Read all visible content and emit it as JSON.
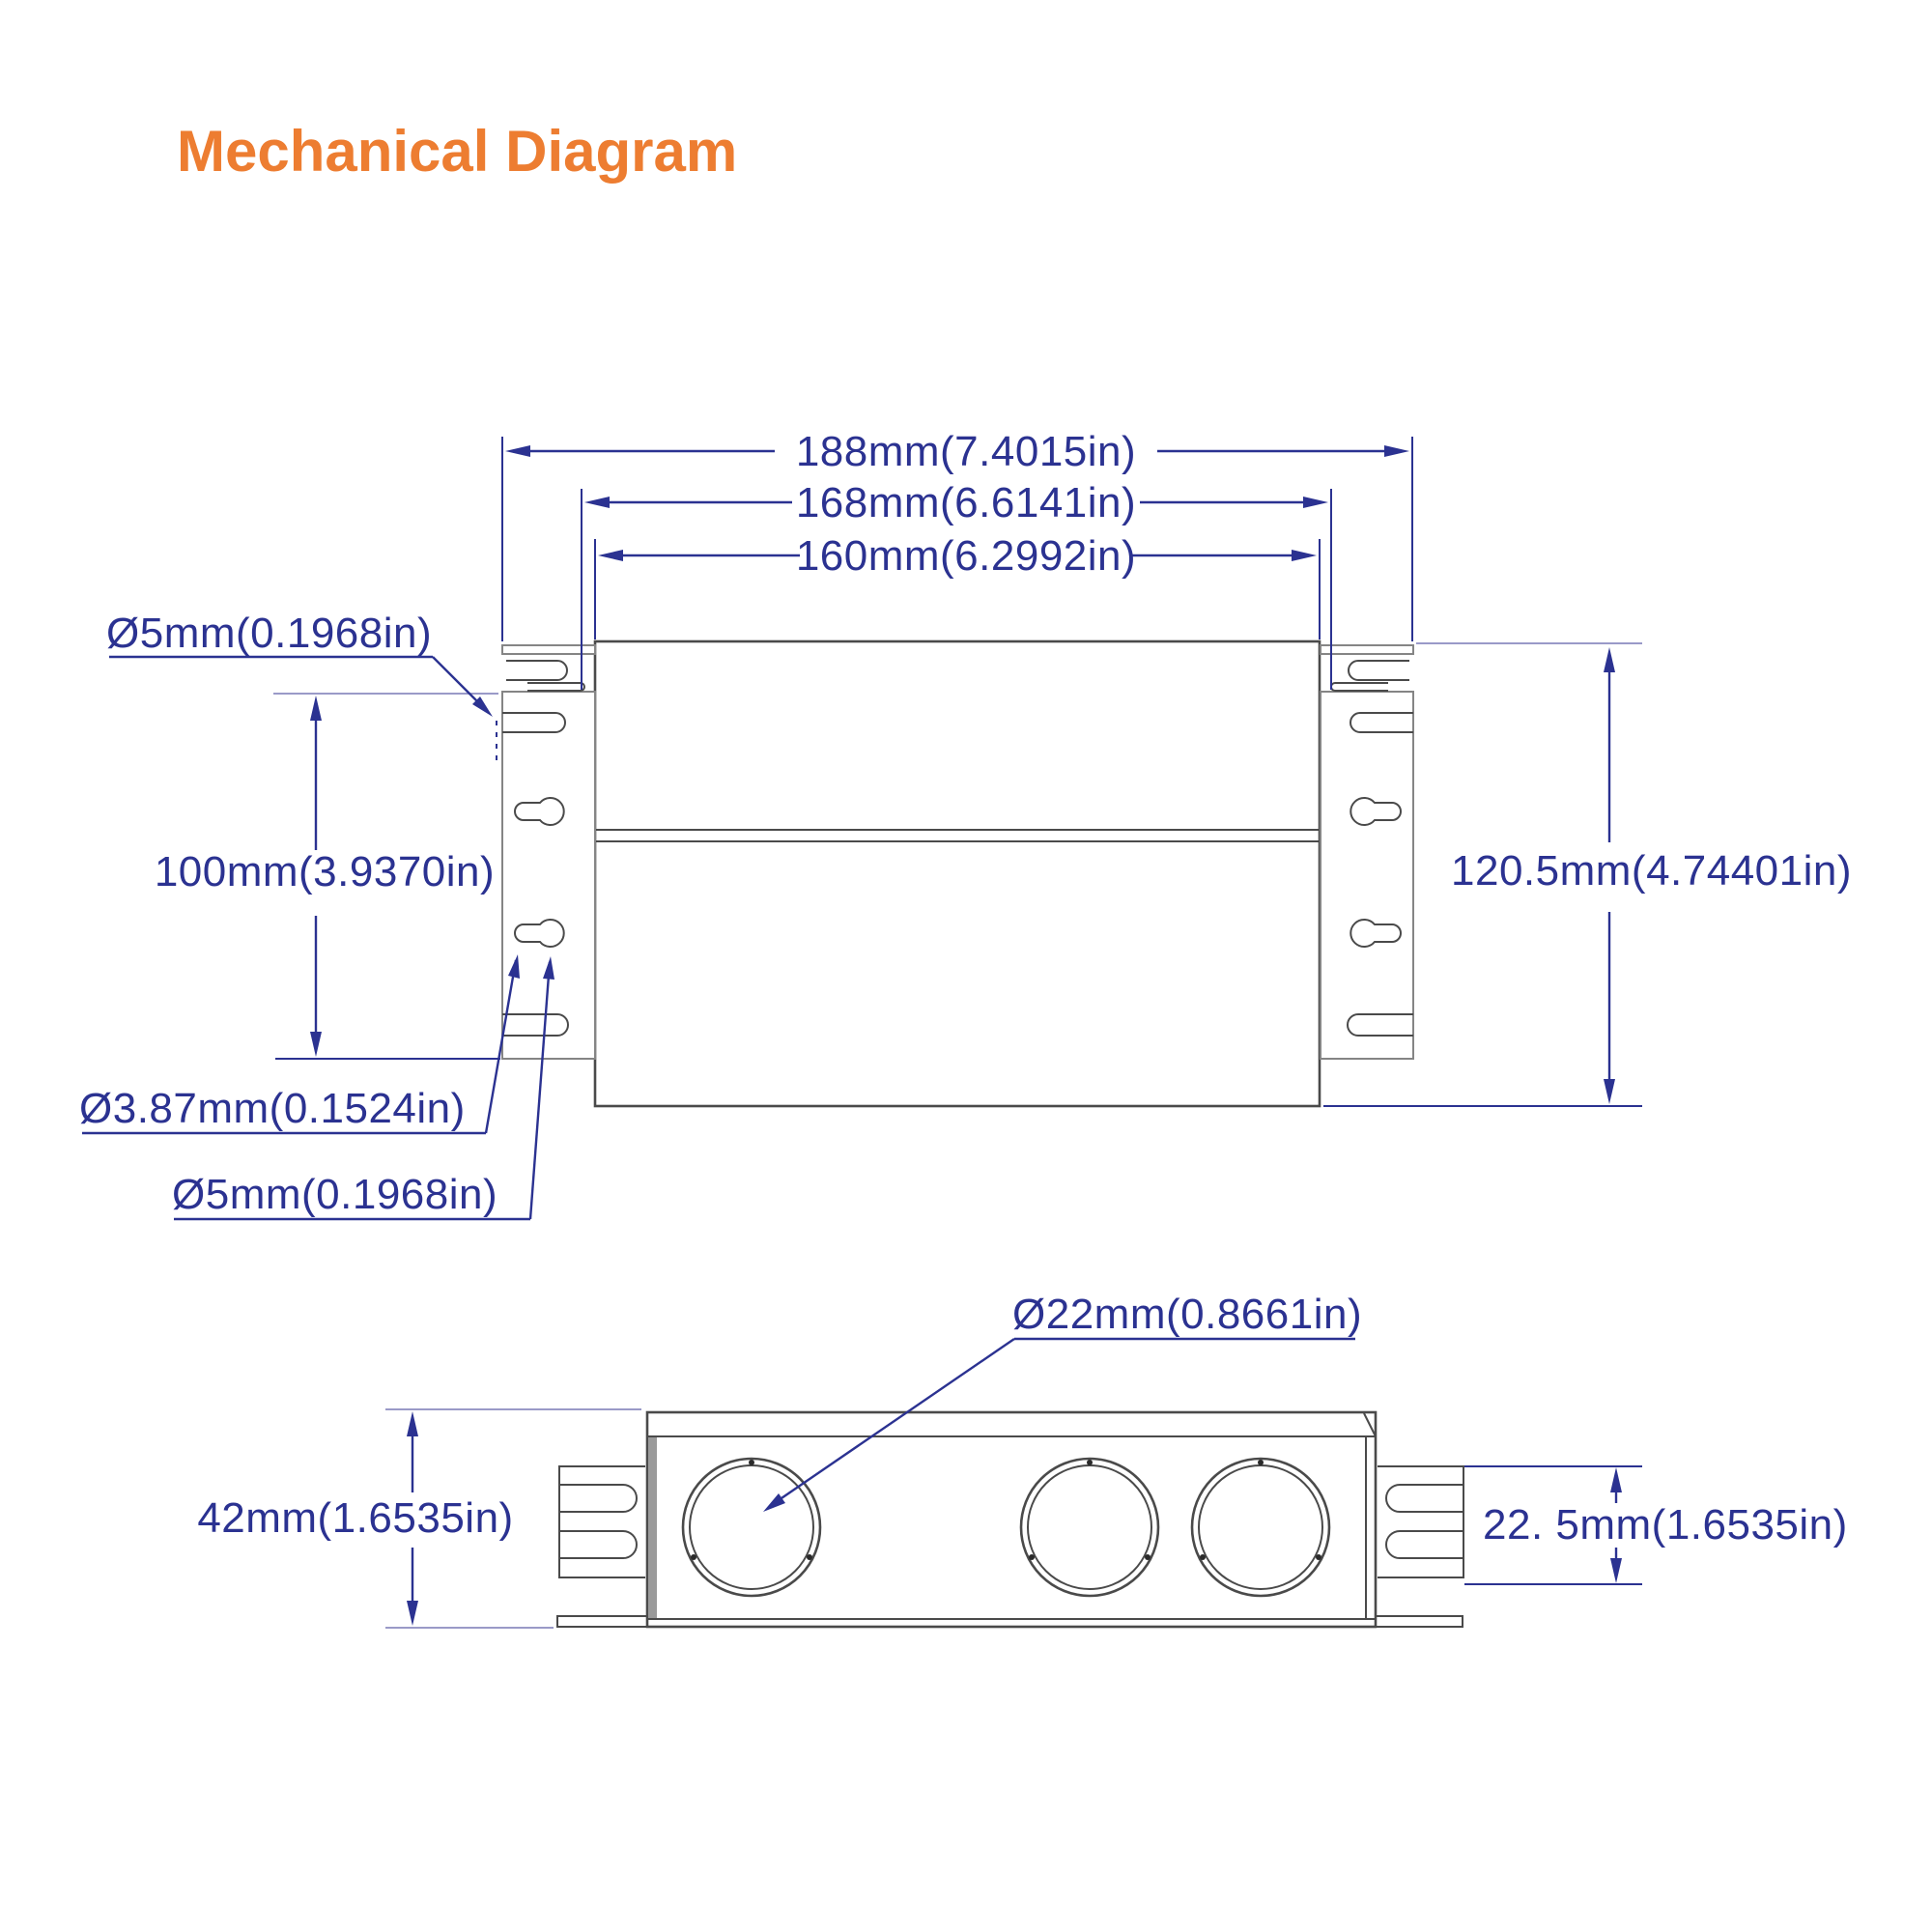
{
  "title": "Mechanical Diagram",
  "colors": {
    "accent": "#ED7D31",
    "dim": "#2B3291",
    "line": "#4a4a4a",
    "light": "#9A9AC8"
  },
  "top_view": {
    "dims": {
      "width_overall": "188mm(7.4015in)",
      "width_mounting": "168mm(6.6141in)",
      "width_body": "160mm(6.2992in)",
      "slot_top": "Ø5mm(0.1968in)",
      "hole_spacing": "100mm(3.9370in)",
      "height_overall": "120.5mm(4.74401in)",
      "keyhole_small": "Ø3.87mm(0.1524in)",
      "keyhole_large": "Ø5mm(0.1968in)"
    }
  },
  "bottom_view": {
    "dims": {
      "knockout": "Ø22mm(0.8661in)",
      "height_overall": "42mm(1.6535in)",
      "fin_height": "22. 5mm(1.6535in)"
    }
  }
}
